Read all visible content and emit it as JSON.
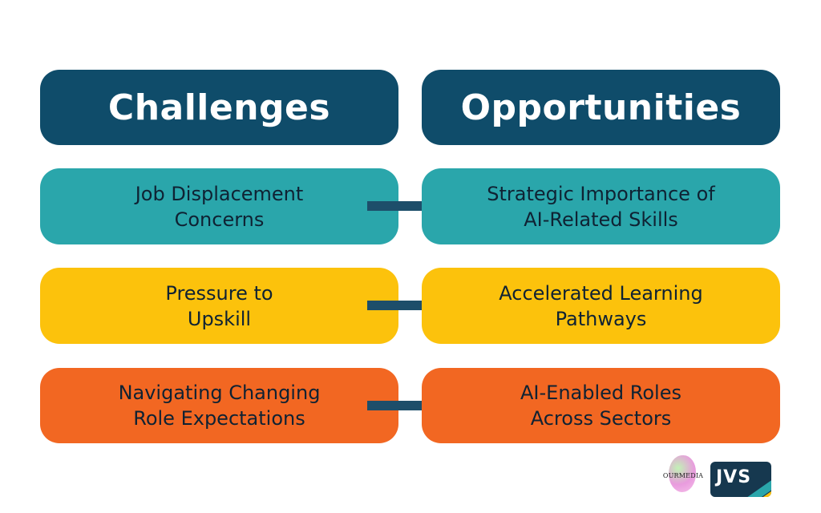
{
  "headers": {
    "left": "Challenges",
    "right": "Opportunities"
  },
  "rows": [
    {
      "challenge": "Job Displacement\nConcerns",
      "opportunity": "Strategic Importance of\nAI-Related Skills",
      "color": "#2aa6ab"
    },
    {
      "challenge": "Pressure to\nUpskill",
      "opportunity": "Accelerated Learning\nPathways",
      "color": "#fcc20c"
    },
    {
      "challenge": "Navigating Changing\nRole Expectations",
      "opportunity": "AI-Enabled Roles\nAcross Sectors",
      "color": "#f26722"
    }
  ],
  "colors": {
    "header_bg": "#0f4c6a",
    "arrow": "#1d4e6a"
  },
  "logos": {
    "ourmedia": "OURMEDIA",
    "jvs": "JVS"
  }
}
